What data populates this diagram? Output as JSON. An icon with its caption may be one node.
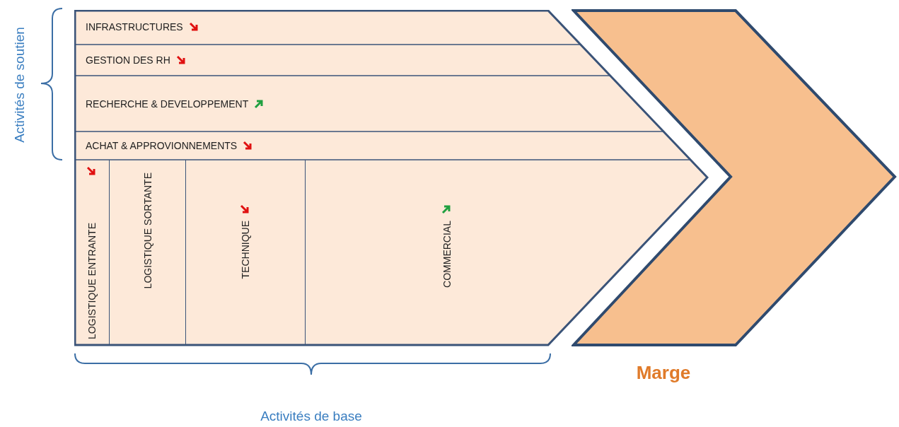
{
  "diagram": {
    "nodes": [
      {
        "text": [],
        "shape": "chevron"
      },
      {
        "text": [
          "INFRASTRUCTURES"
        ],
        "in": 0
      },
      {
        "text": [
          "GESTION DES RH"
        ],
        "in": 0
      },
      {
        "text": [
          "RECHERCHE & DEVELOPPEMENT"
        ],
        "in": 0
      },
      {
        "text": [
          "ACHAT & APPROVIONNEMENTS"
        ],
        "in": 0
      },
      {
        "text": [
          "LOGISTIQUE ENTRANTE"
        ],
        "in": 0
      },
      {
        "text": [
          "LOGISTIQUE SORTANTE"
        ],
        "in": 0
      },
      {
        "text": [
          "TECHNIQUE"
        ],
        "in": 0
      },
      {
        "text": [
          "COMMERCIAL"
        ],
        "in": 0
      },
      {
        "text": [
          "Marge"
        ]
      }
    ],
    "edges": [],
    "labels": [
      "Activités de soutien",
      "Activités de base"
    ]
  }
}
